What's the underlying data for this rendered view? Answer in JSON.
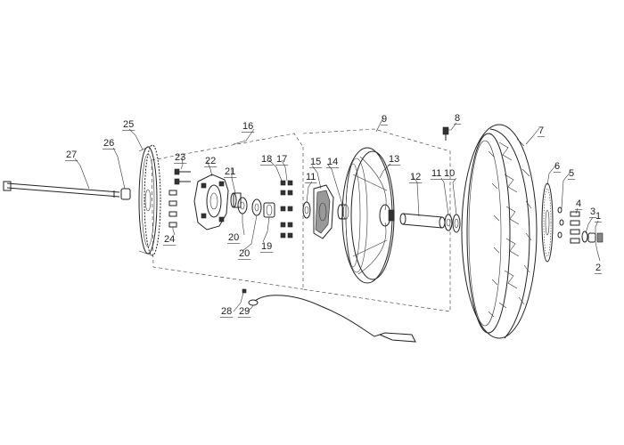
{
  "diagram": {
    "callouts": [
      {
        "id": "c1",
        "text": "1"
      },
      {
        "id": "c2",
        "text": "2"
      },
      {
        "id": "c3",
        "text": "3"
      },
      {
        "id": "c4",
        "text": "4"
      },
      {
        "id": "c5",
        "text": "5"
      },
      {
        "id": "c6",
        "text": "6"
      },
      {
        "id": "c7",
        "text": "7"
      },
      {
        "id": "c8",
        "text": "8"
      },
      {
        "id": "c9",
        "text": "9"
      },
      {
        "id": "c10",
        "text": "10"
      },
      {
        "id": "c11a",
        "text": "11"
      },
      {
        "id": "c11b",
        "text": "11"
      },
      {
        "id": "c12",
        "text": "12"
      },
      {
        "id": "c13",
        "text": "13"
      },
      {
        "id": "c14",
        "text": "14"
      },
      {
        "id": "c15",
        "text": "15"
      },
      {
        "id": "c16",
        "text": "16"
      },
      {
        "id": "c17",
        "text": "17"
      },
      {
        "id": "c18",
        "text": "18"
      },
      {
        "id": "c19",
        "text": "19"
      },
      {
        "id": "c20a",
        "text": "20"
      },
      {
        "id": "c20b",
        "text": "20"
      },
      {
        "id": "c21",
        "text": "21"
      },
      {
        "id": "c22",
        "text": "22"
      },
      {
        "id": "c23",
        "text": "23"
      },
      {
        "id": "c24",
        "text": "24"
      },
      {
        "id": "c25",
        "text": "25"
      },
      {
        "id": "c26",
        "text": "26"
      },
      {
        "id": "c27",
        "text": "27"
      },
      {
        "id": "c28",
        "text": "28"
      },
      {
        "id": "c29",
        "text": "29"
      }
    ]
  }
}
